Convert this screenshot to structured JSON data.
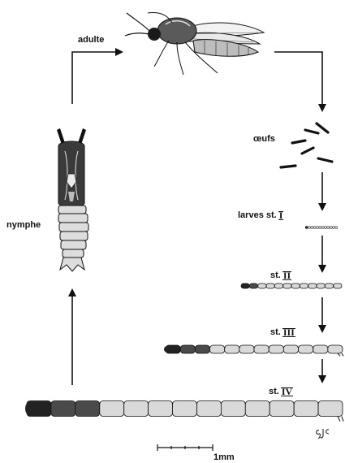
{
  "colors": {
    "ink": "#111111",
    "segment_fill": "#d9d9d9",
    "head_fill": "#222222",
    "body_dark": "#4a4a4a"
  },
  "labels": {
    "adult": "adulte",
    "eggs": "œufs",
    "larva_1_prefix": "larves st.",
    "larva_1_roman": "I",
    "larva_2_prefix": "st.",
    "larva_2_roman": "II",
    "larva_3_prefix": "st.",
    "larva_3_roman": "III",
    "larva_4_prefix": "st.",
    "larva_4_roman": "IV",
    "nymph": "nymphe",
    "scale": "1mm",
    "signature": "gjc"
  },
  "icons": [
    "adult-midge-icon",
    "egg-icon",
    "larva-icon",
    "pupa-icon",
    "arrow-icon",
    "scale-bar-icon"
  ]
}
